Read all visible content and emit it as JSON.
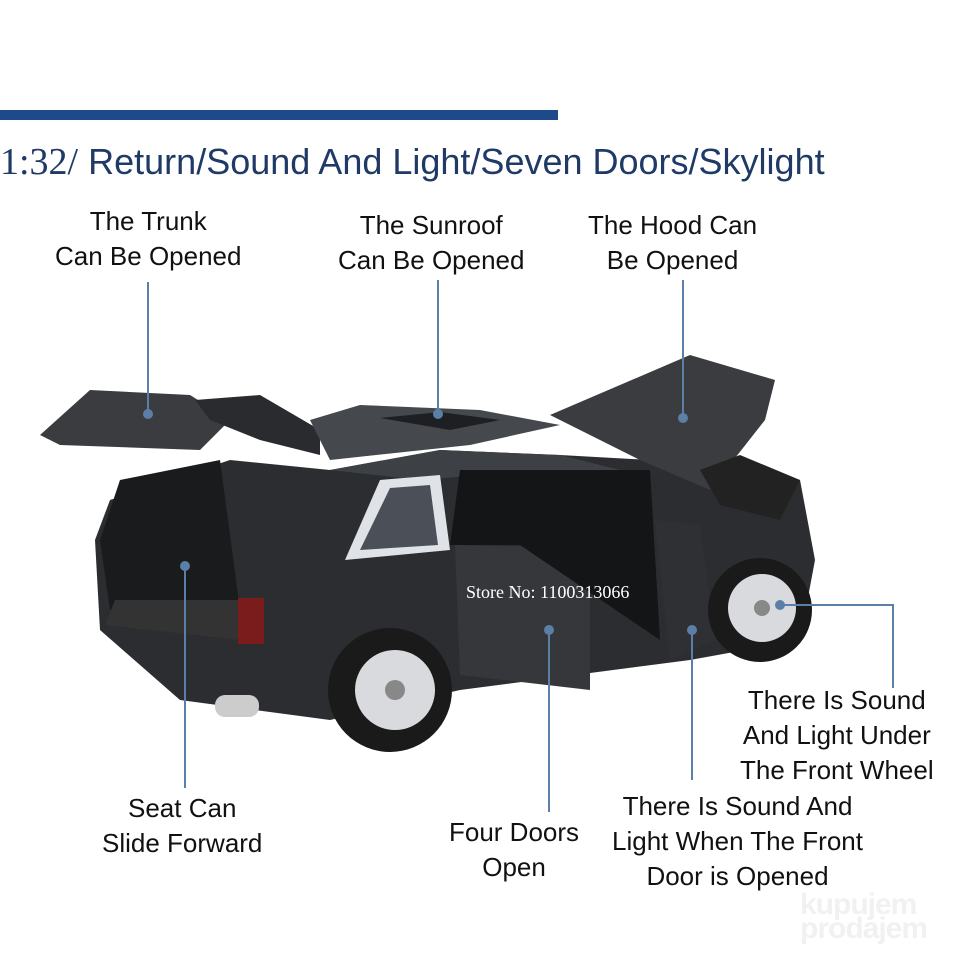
{
  "header": {
    "scale": "1:32/",
    "features": "Return/Sound And Light/Seven Doors/Skylight"
  },
  "callouts": {
    "trunk": [
      "The Trunk",
      "Can Be Opened"
    ],
    "sunroof": [
      "The Sunroof",
      "Can Be Opened"
    ],
    "hood": [
      "The Hood Can",
      "Be Opened"
    ],
    "seat": [
      "Seat Can",
      "Slide Forward"
    ],
    "doors": [
      "Four Doors",
      "Open"
    ],
    "front_door": [
      "There Is Sound And",
      "Light When The Front",
      "Door is Opened"
    ],
    "front_wheel": [
      "There Is Sound",
      "And Light Under",
      "The Front Wheel"
    ]
  },
  "watermark": "Store No: 1100313066",
  "logo": [
    "kupujem",
    "prodajem"
  ],
  "colors": {
    "accent": "#1e4a8a",
    "title": "#1f3a66",
    "leader": "#5b7fa6"
  }
}
